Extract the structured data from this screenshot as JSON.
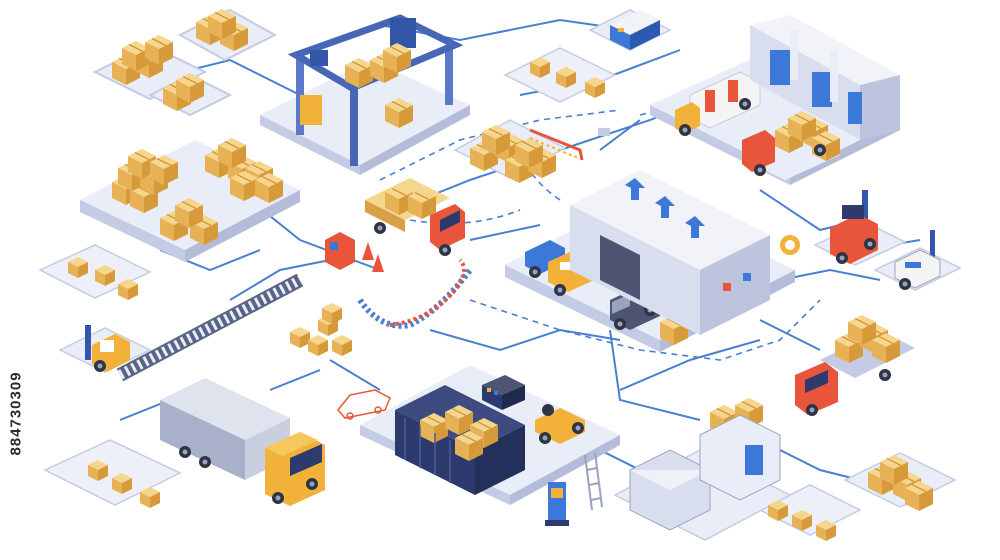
{
  "stock_id": "884730309",
  "palette": {
    "background": "#ffffff",
    "platform_top": "#e9edf7",
    "platform_side": "#c4cbe4",
    "route_line": "#4a7fd1",
    "box_top": "#f6d58c",
    "box_left": "#e7b156",
    "box_right": "#d69a3b",
    "truck_cab_orange": "#e8553a",
    "truck_cab_yellow": "#f2b23a",
    "container_navy": "#2c3a6e",
    "warehouse_wall": "#d9deee",
    "arrow_blue": "#3b78d8"
  },
  "icons": [
    "cardboard-box-stack",
    "gantry-crane",
    "box-truck",
    "forklift",
    "warehouse-building",
    "upload-arrows",
    "roller-conveyor",
    "shipping-container",
    "semi-truck",
    "cargo-van",
    "hand-truck",
    "traffic-cones",
    "toll-booth",
    "barrier-gate",
    "stepladder",
    "control-panel",
    "ticket-kiosk"
  ]
}
